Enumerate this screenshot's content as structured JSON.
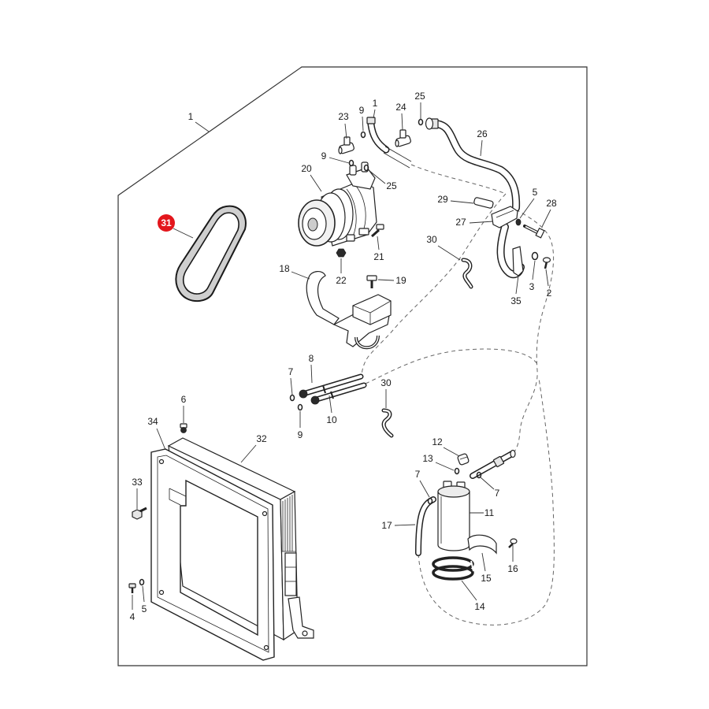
{
  "diagram": {
    "highlight_color": "#e3161c",
    "callouts": {
      "frame_1": "1",
      "item_23": "23",
      "item_9_a": "9",
      "item_1": "1",
      "item_24": "24",
      "item_25_a": "25",
      "item_26": "26",
      "item_9_b": "9",
      "item_20": "20",
      "item_25_b": "25",
      "item_29": "29",
      "item_5_a": "5",
      "item_28": "28",
      "item_27": "27",
      "item_31": "31",
      "item_30_a": "30",
      "item_18": "18",
      "item_22": "22",
      "item_21": "21",
      "item_19": "19",
      "item_3": "3",
      "item_2": "2",
      "item_35": "35",
      "item_8": "8",
      "item_7_a": "7",
      "item_30_b": "30",
      "item_10": "10",
      "item_9_c": "9",
      "item_6": "6",
      "item_34": "34",
      "item_32": "32",
      "item_33": "33",
      "item_12": "12",
      "item_13": "13",
      "item_7_b": "7",
      "item_7_c": "7",
      "item_11": "11",
      "item_17": "17",
      "item_16": "16",
      "item_15": "15",
      "item_14": "14",
      "item_4": "4",
      "item_5_b": "5"
    }
  }
}
